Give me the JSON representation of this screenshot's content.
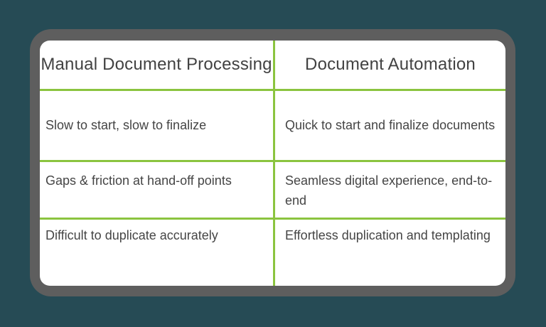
{
  "theme": {
    "background_color": "#264B55",
    "frame_color": "#5E5E5E",
    "panel_color": "#FFFFFF",
    "divider_color": "#8BC43F",
    "header_text_color": "#424242",
    "body_text_color": "#454545"
  },
  "table": {
    "columns": [
      {
        "header": "Manual Document Processing"
      },
      {
        "header": "Document Automation"
      }
    ],
    "rows": [
      {
        "manual": "Slow to start, slow to finalize",
        "automation": "Quick to start and finalize documents"
      },
      {
        "manual": "Gaps & friction at hand-off points",
        "automation": "Seamless digital experience, end-to-end"
      },
      {
        "manual": "Difficult to duplicate accurately",
        "automation": "Effortless duplication and templating"
      }
    ]
  }
}
